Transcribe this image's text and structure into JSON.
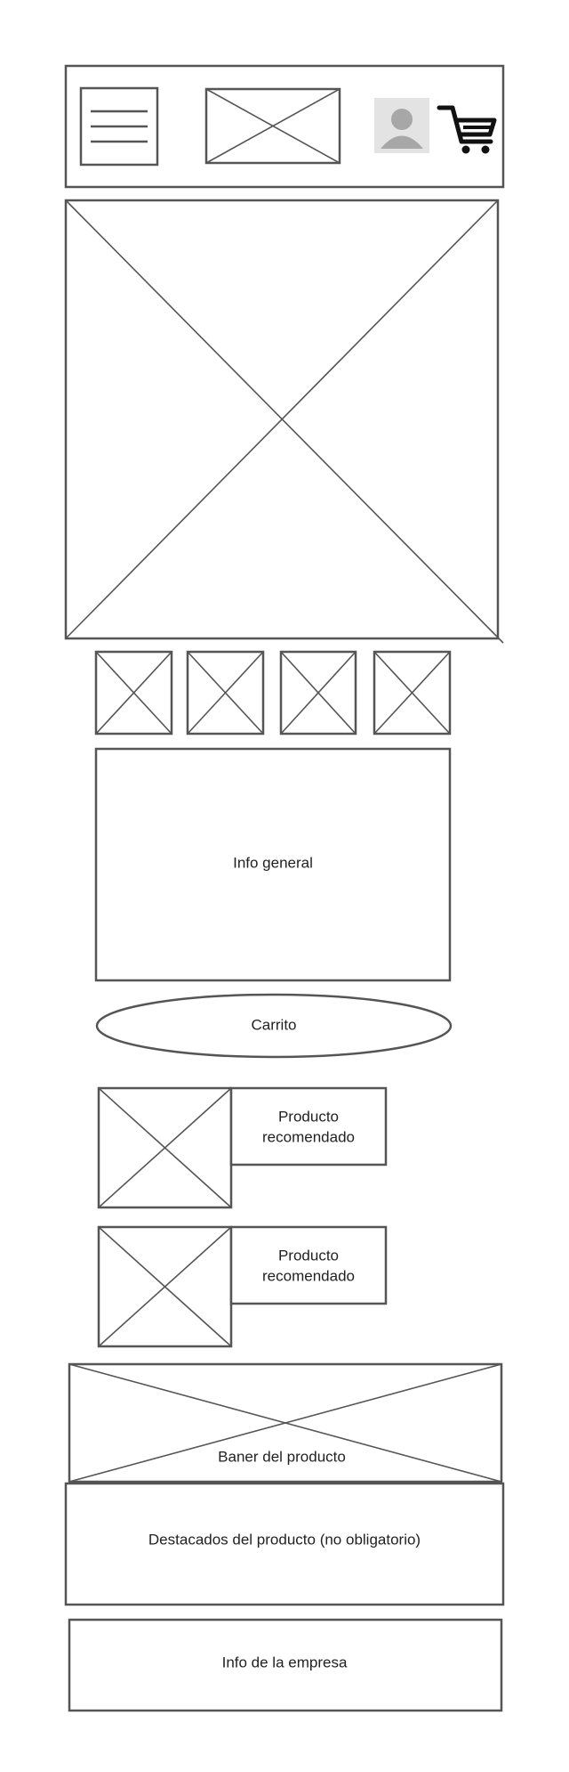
{
  "header": {
    "menu_icon": "hamburger-menu-icon",
    "logo": "image-placeholder",
    "user_icon": "user-avatar-icon",
    "cart_icon": "shopping-cart-icon"
  },
  "main_image": "image-placeholder",
  "thumbnails": [
    "image-placeholder",
    "image-placeholder",
    "image-placeholder",
    "image-placeholder"
  ],
  "info_general": "Info general",
  "cart_button": "Carrito",
  "recommended": [
    {
      "label_line1": "Producto",
      "label_line2": "recomendado"
    },
    {
      "label_line1": "Producto",
      "label_line2": "recomendado"
    }
  ],
  "banner": "Baner del producto",
  "highlights": "Destacados del producto (no obligatorio)",
  "company_info": "Info de la empresa",
  "colors": {
    "stroke": "#555555",
    "avatar_bg": "#e3e3e3",
    "avatar_fg": "#a7a7a7",
    "cart_icon": "#111111",
    "text": "#222222"
  }
}
